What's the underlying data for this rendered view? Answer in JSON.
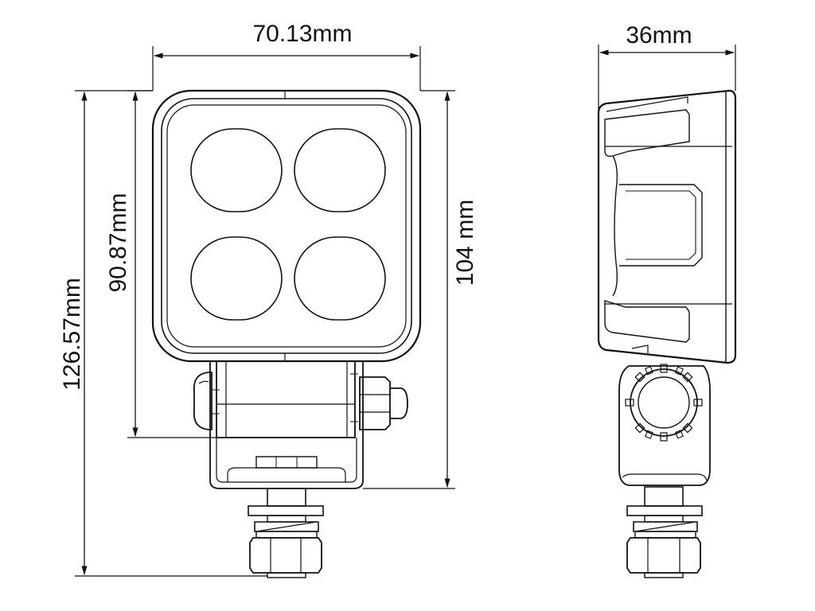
{
  "dimensions": {
    "front_width": "70.13mm",
    "side_depth": "36mm",
    "total_height": "126.57mm",
    "bracket_height": "90.87mm",
    "housing_height": "104 mm"
  },
  "colors": {
    "line": "#111111",
    "background": "#ffffff"
  }
}
